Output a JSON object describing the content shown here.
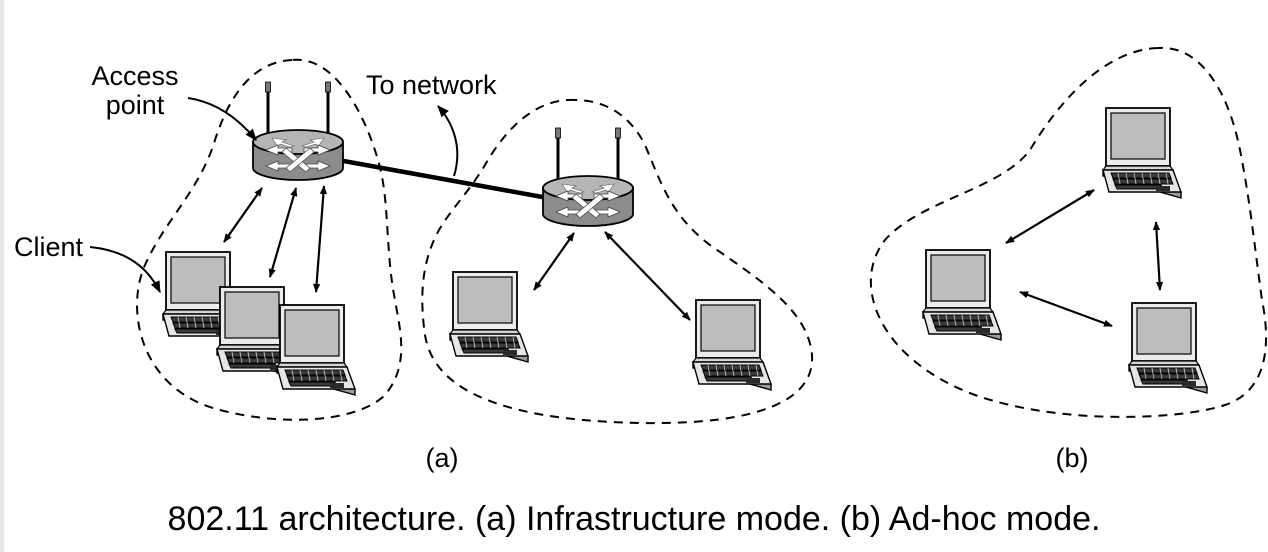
{
  "labels": {
    "access_point": [
      "Access",
      "point"
    ],
    "to_network": "To network",
    "client": "Client",
    "part_a": "(a)",
    "part_b": "(b)"
  },
  "caption": "802.11 architecture. (a) Infrastructure mode. (b) Ad-hoc mode.",
  "colors": {
    "stroke": "#000000",
    "router_body": "#8c8c8c",
    "router_top": "#b5b5b5",
    "screen": "#bdbdbd",
    "laptop_body": "#e6e6e6"
  },
  "icons": [
    "access-point-icon",
    "laptop-icon",
    "dashed-coverage-boundary"
  ]
}
